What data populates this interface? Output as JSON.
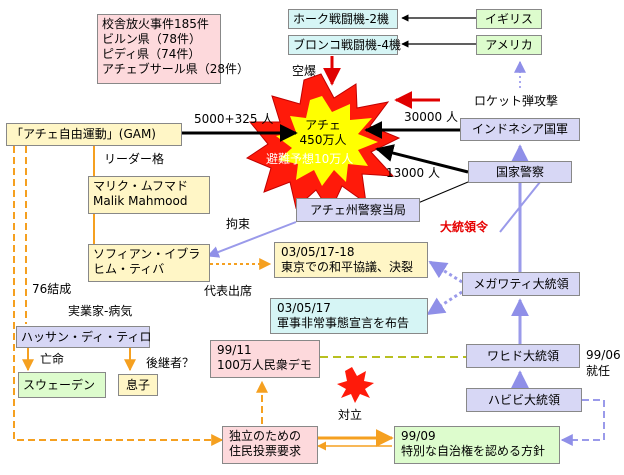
{
  "nodes": {
    "arson_stats": [
      "校舎放火事件185件",
      "ビルン県（78件）",
      "ピディ県（74件）",
      "アチェブサール県（28件）"
    ],
    "hawk": "ホーク戦闘機-2機",
    "bronco": "ブロンコ戦闘機-4機",
    "uk": "イギリス",
    "usa": "アメリカ",
    "aceh": [
      "アチェ",
      "450万人"
    ],
    "evacuees": "避難予想10万人",
    "gam": "「アチェ自由運動」(GAM)",
    "tni": "インドネシア国軍",
    "police": "国家警察",
    "malik": [
      "マリク・ムフマド",
      "Malik Mahmood"
    ],
    "aceh_police": "アチェ州警察当局",
    "decree": "大統領令",
    "sofyan": [
      "ソフィアン・イブラ",
      "ヒム・ティバ"
    ],
    "tokyo_talks": [
      "03/05/17-18",
      "東京での和平協議、決裂"
    ],
    "megawati": "メガワティ大統領",
    "martial_law": [
      "03/05/17",
      "軍事非常事態宣言を布告"
    ],
    "hasan": "ハッサン・ディ・ティロ",
    "sweden": "スウェーデン",
    "son": "息子",
    "demo": [
      "99/11",
      "100万人民衆デモ"
    ],
    "wahid": "ワヒド大統領",
    "habibie": "ハビビ大統領",
    "referendum": [
      "独立のための",
      "住民投票要求"
    ],
    "autonomy": [
      "99/09",
      "特別な自治権を認める方針"
    ]
  },
  "labels": {
    "air_strike": "空爆",
    "rocket": "ロケット弾攻撃",
    "gam_force": "5000+325 人",
    "tni_force": "30000 人",
    "police_force": "13000 人",
    "leader_level": "リーダー格",
    "detained": "拘束",
    "delegate": "代表出席",
    "founded": "76結成",
    "businessman": "実業家-病気",
    "exile": "亡命",
    "successor": "後継者？",
    "conflict": "対立",
    "wahid_date": "99/06",
    "wahid_inaug": "就任"
  }
}
